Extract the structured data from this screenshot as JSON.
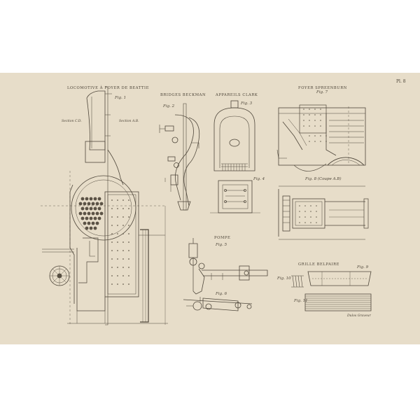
{
  "plate": {
    "number": "Pl. 8",
    "titles": {
      "main": "LOCOMOTIVE À FOYER DE BEATTIE",
      "boiler_mid": "BRIDGES BECKMAN",
      "boiler_right": "APPAREILS CLARK",
      "top_right": "FOYER SPREENBURN",
      "pumps": "POMPE",
      "grate_bars": "GRILLE BELPAIRE"
    },
    "figure_labels": {
      "fig1": "Fig. 1",
      "fig2": "Fig. 2",
      "fig3": "Fig. 3",
      "fig4": "Fig. 4",
      "fig5": "Fig. 5",
      "fig6": "Fig. 6",
      "fig7": "Fig. 7",
      "fig8": "Fig. 8 (Coupe A.B)",
      "fig9": "Fig. 9",
      "fig10": "Fig. 10",
      "fig11": "Fig. 11"
    },
    "section_labels": {
      "section_cd": "Section C.D.",
      "section_ab": "Section A.B."
    },
    "engraver": "Dulos Graveur"
  }
}
